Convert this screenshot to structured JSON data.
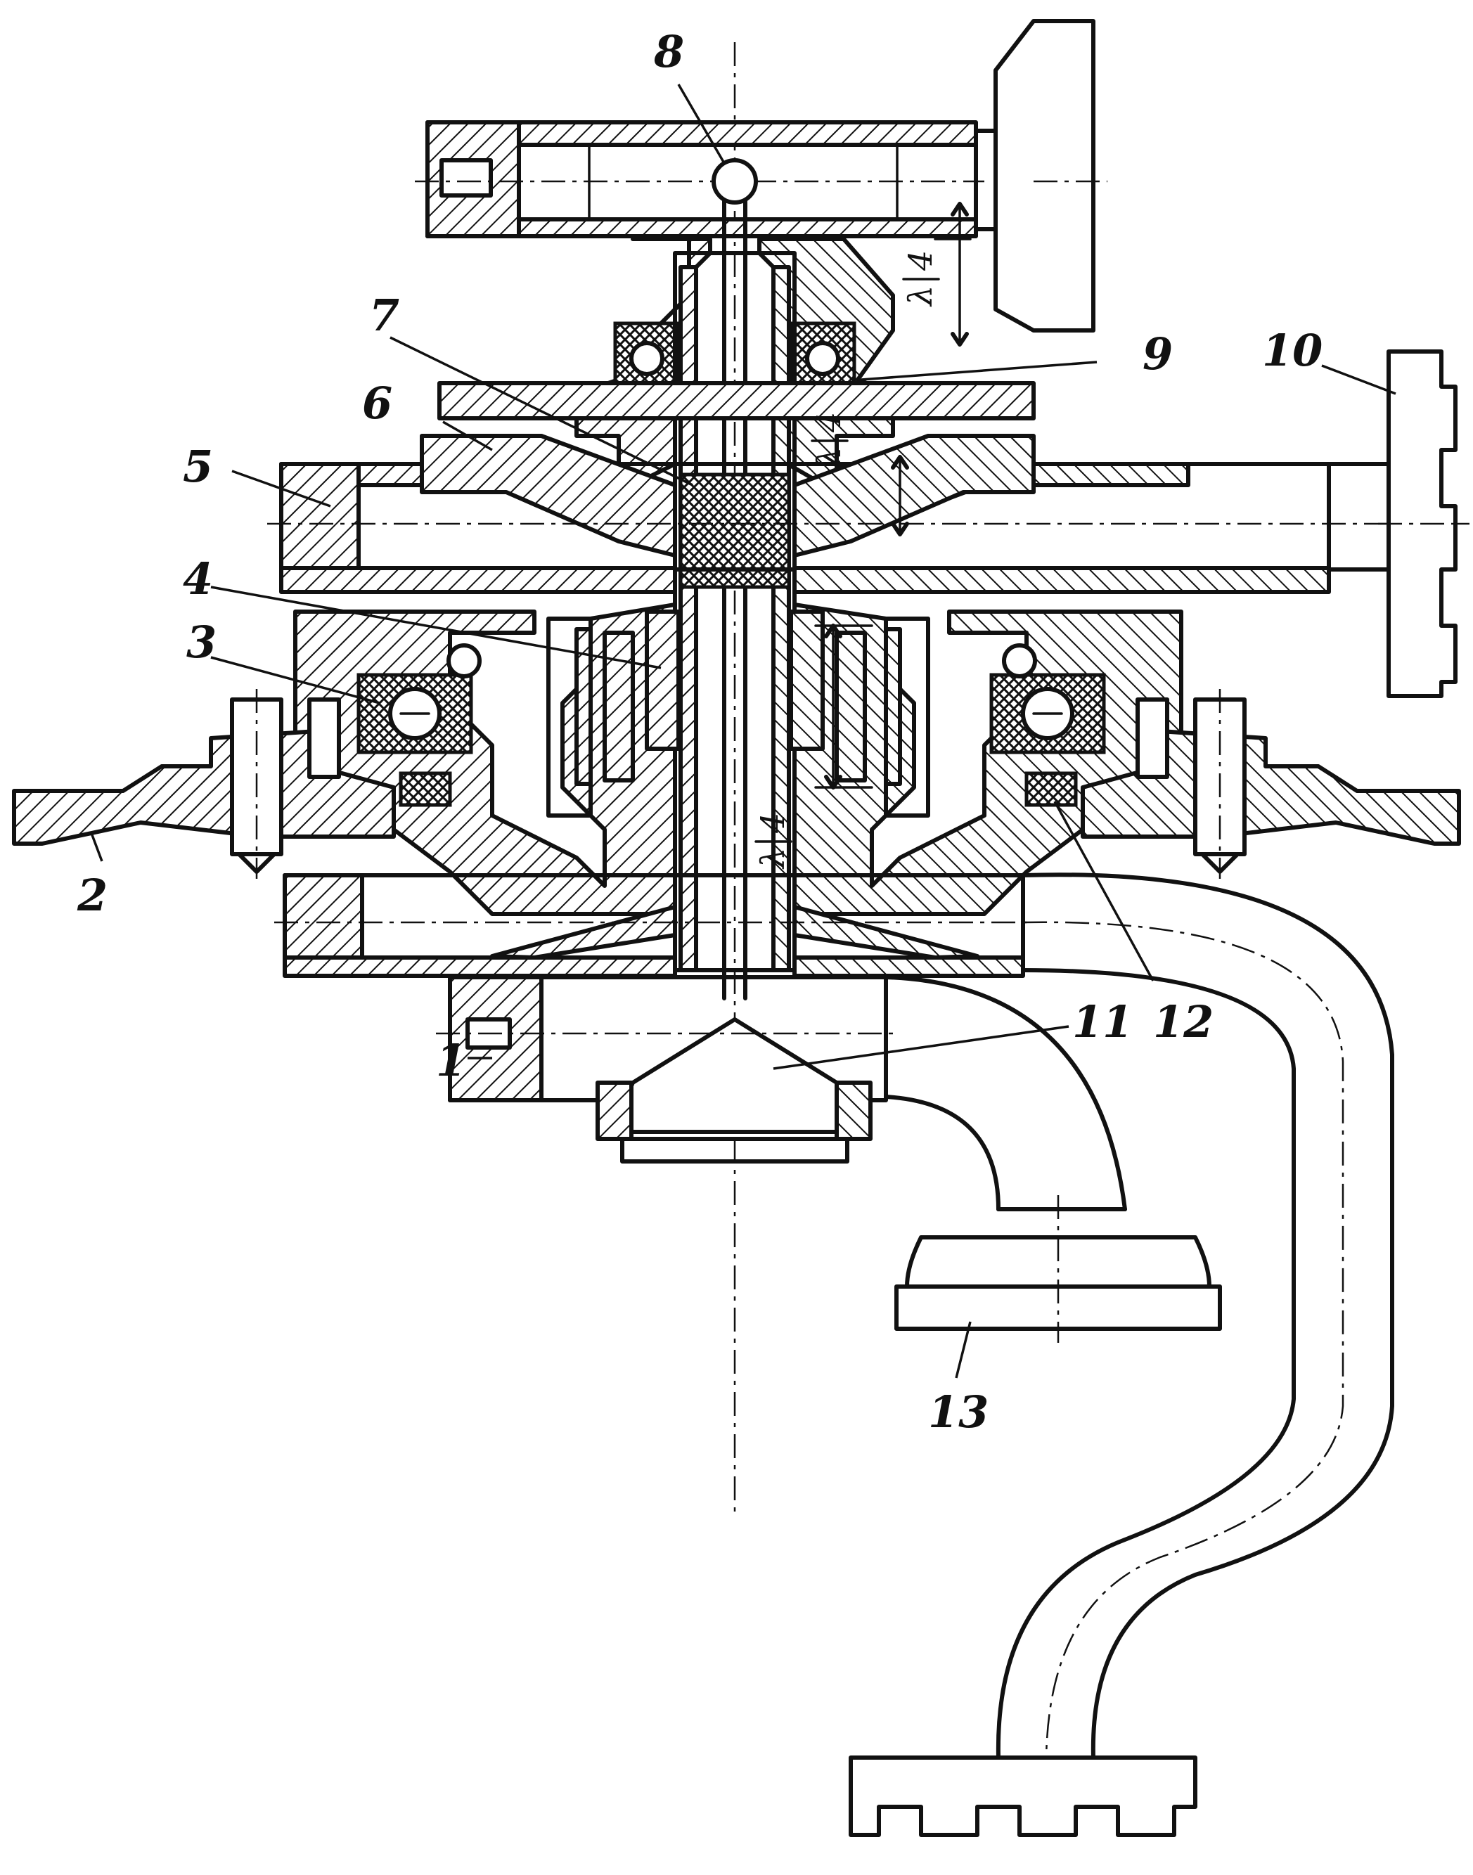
{
  "colors": {
    "ink": "#111111",
    "paper": "#ffffff"
  },
  "callouts": [
    {
      "id": "1",
      "label": "1"
    },
    {
      "id": "2",
      "label": "2"
    },
    {
      "id": "3",
      "label": "3"
    },
    {
      "id": "4",
      "label": "4"
    },
    {
      "id": "5",
      "label": "5"
    },
    {
      "id": "6",
      "label": "6"
    },
    {
      "id": "7",
      "label": "7"
    },
    {
      "id": "8",
      "label": "8"
    },
    {
      "id": "9",
      "label": "9"
    },
    {
      "id": "10",
      "label": "10"
    },
    {
      "id": "11",
      "label": "11"
    },
    {
      "id": "12",
      "label": "12"
    },
    {
      "id": "13",
      "label": "13"
    }
  ],
  "dimensions": {
    "lambda_symbol": "λ",
    "quarter_denominator": "4",
    "quarter_wave_upper": "λ/4",
    "quarter_wave_middle": "λ/4",
    "quarter_wave_lower": "λ/4"
  }
}
